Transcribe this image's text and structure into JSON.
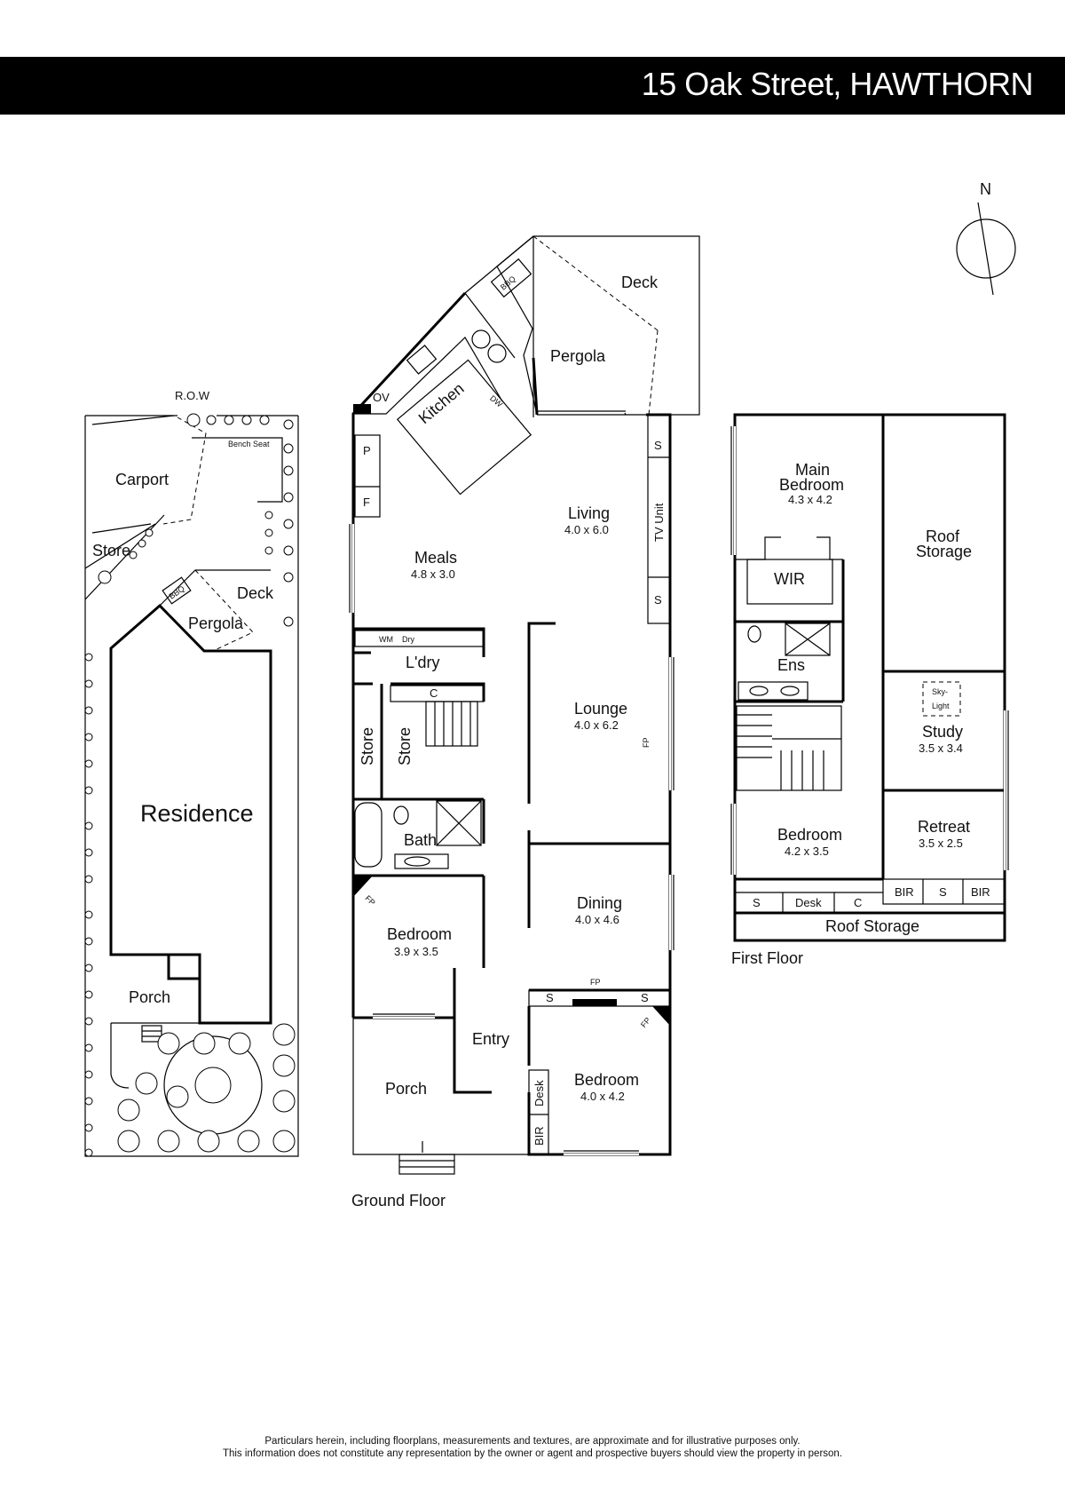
{
  "header": {
    "title": "15 Oak Street, HAWTHORN"
  },
  "compass": {
    "label": "N"
  },
  "site_plan": {
    "row": "R.O.W",
    "carport": "Carport",
    "bench_seat": "Bench Seat",
    "store": "Store",
    "bbq": "BBQ",
    "deck": "Deck",
    "pergola": "Pergola",
    "residence": "Residence",
    "porch": "Porch"
  },
  "ground_floor": {
    "caption": "Ground Floor",
    "deck": "Deck",
    "bbq": "BBQ",
    "pergola": "Pergola",
    "kitchen": "Kitchen",
    "ov": "OV",
    "dw": "DW",
    "pantry": "P",
    "fridge": "F",
    "living": {
      "name": "Living",
      "dims": "4.0 x 6.0"
    },
    "shelf_top": "S",
    "tv_unit": "TV Unit",
    "shelf_bottom": "S",
    "meals": {
      "name": "Meals",
      "dims": "4.8 x 3.0"
    },
    "wm": "WM",
    "dry": "Dry",
    "laundry": "L'dry",
    "cupboard": "C",
    "store_1": "Store",
    "store_2": "Store",
    "lounge": {
      "name": "Lounge",
      "dims": "4.0 x 6.2"
    },
    "fp_lounge": "FP",
    "bath": "Bath",
    "fp_bed1": "FP",
    "bedroom_1": {
      "name": "Bedroom",
      "dims": "3.9 x 3.5"
    },
    "dining": {
      "name": "Dining",
      "dims": "4.0 x 4.6"
    },
    "shelf_dining_left": "S",
    "fp_dining": "FP",
    "shelf_dining_right": "S",
    "fp_bed2": "FP",
    "entry": "Entry",
    "porch": "Porch",
    "bedroom_2": {
      "name": "Bedroom",
      "dims": "4.0 x 4.2"
    },
    "desk": "Desk",
    "bir": "BIR"
  },
  "first_floor": {
    "caption": "First Floor",
    "main_bedroom": {
      "name_line1": "Main",
      "name_line2": "Bedroom",
      "dims": "4.3 x 4.2"
    },
    "roof_storage_top": {
      "line1": "Roof",
      "line2": "Storage"
    },
    "wir": "WIR",
    "ens": "Ens",
    "skylight": {
      "line1": "Sky-",
      "line2": "Light"
    },
    "study": {
      "name": "Study",
      "dims": "3.5 x 3.4"
    },
    "bedroom": {
      "name": "Bedroom",
      "dims": "4.2 x 3.5"
    },
    "retreat": {
      "name": "Retreat",
      "dims": "3.5 x 2.5"
    },
    "bir_left": "BIR",
    "shelf_mid": "S",
    "bir_right": "BIR",
    "shelf_left": "S",
    "desk": "Desk",
    "cupboard": "C",
    "roof_storage_bottom": "Roof Storage"
  },
  "disclaimer": {
    "line1": "Particulars herein, including floorplans, measurements and textures, are approximate and for illustrative purposes only.",
    "line2": "This information does not constitute any representation by the owner or agent and prospective buyers should view the property in person."
  }
}
